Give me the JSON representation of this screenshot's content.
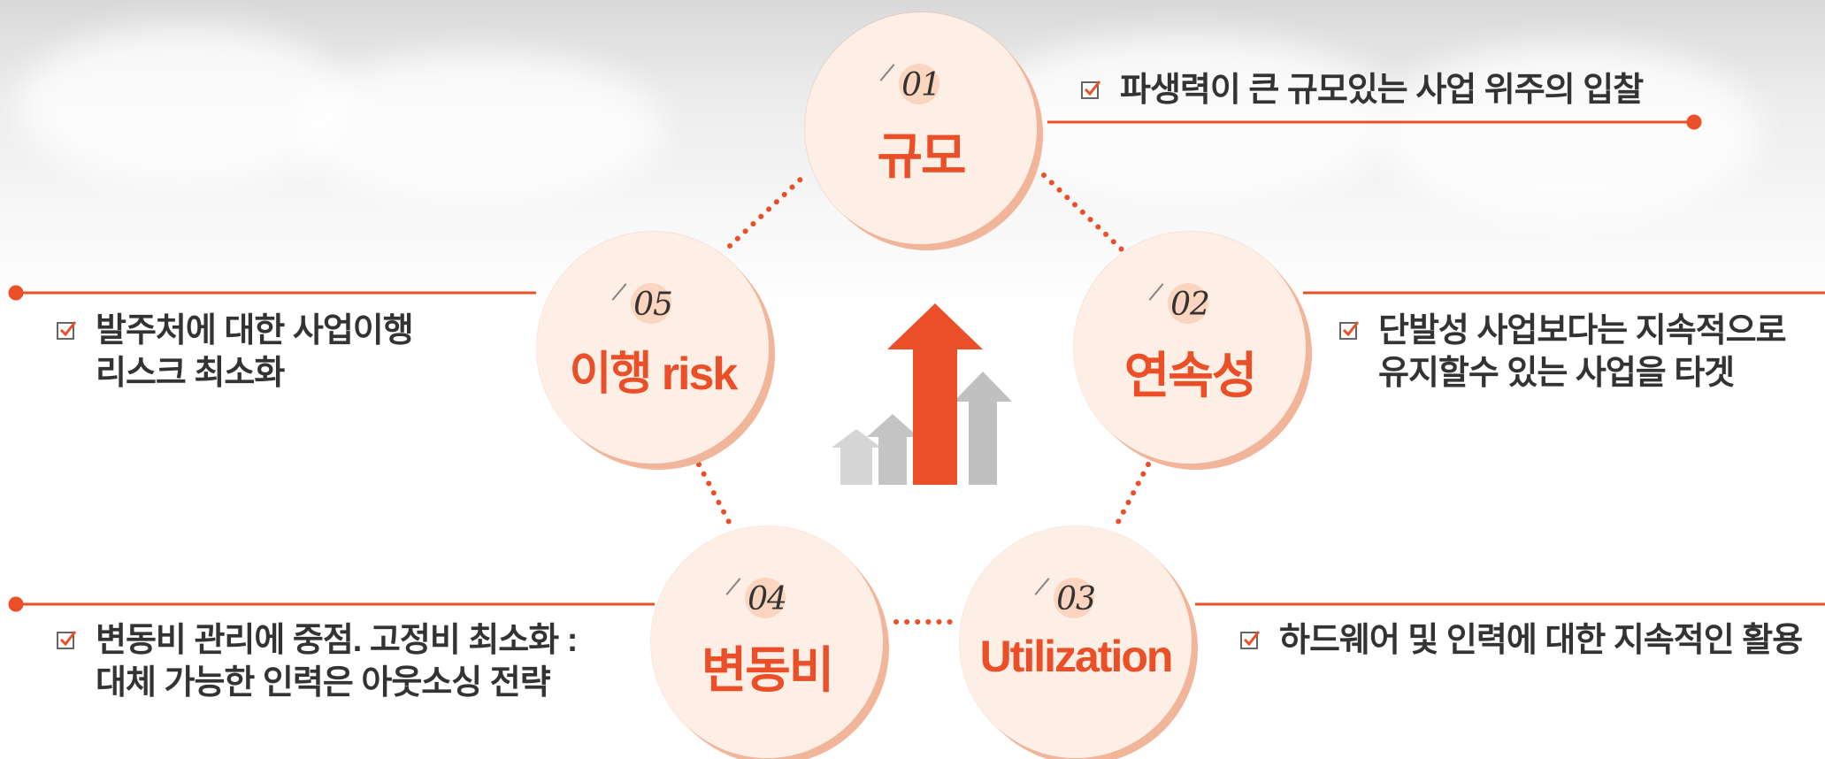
{
  "colors": {
    "accent": "#ea4f27",
    "bubble_fill": "#fdeee6",
    "bubble_shadow": "#f1b59a",
    "text": "#333333",
    "arrow_gray": "#c0c0c0"
  },
  "center_icon": "growth-arrows-icon",
  "items": [
    {
      "number": "01",
      "label": "규모",
      "desc_lines": [
        "파생력이 큰 규모있는 사업 위주의 입찰"
      ]
    },
    {
      "number": "02",
      "label": "연속성",
      "desc_lines": [
        "단발성 사업보다는 지속적으로",
        "유지할수 있는 사업을 타겟"
      ]
    },
    {
      "number": "03",
      "label": "Utilization",
      "desc_lines": [
        "하드웨어 및 인력에 대한 지속적인 활용"
      ]
    },
    {
      "number": "04",
      "label": "변동비",
      "desc_lines": [
        "변동비 관리에 중점. 고정비 최소화 :",
        "대체 가능한 인력은 아웃소싱 전략"
      ]
    },
    {
      "number": "05",
      "label": "이행 risk",
      "desc_lines": [
        "발주처에 대한 사업이행",
        "리스크 최소화"
      ]
    }
  ]
}
